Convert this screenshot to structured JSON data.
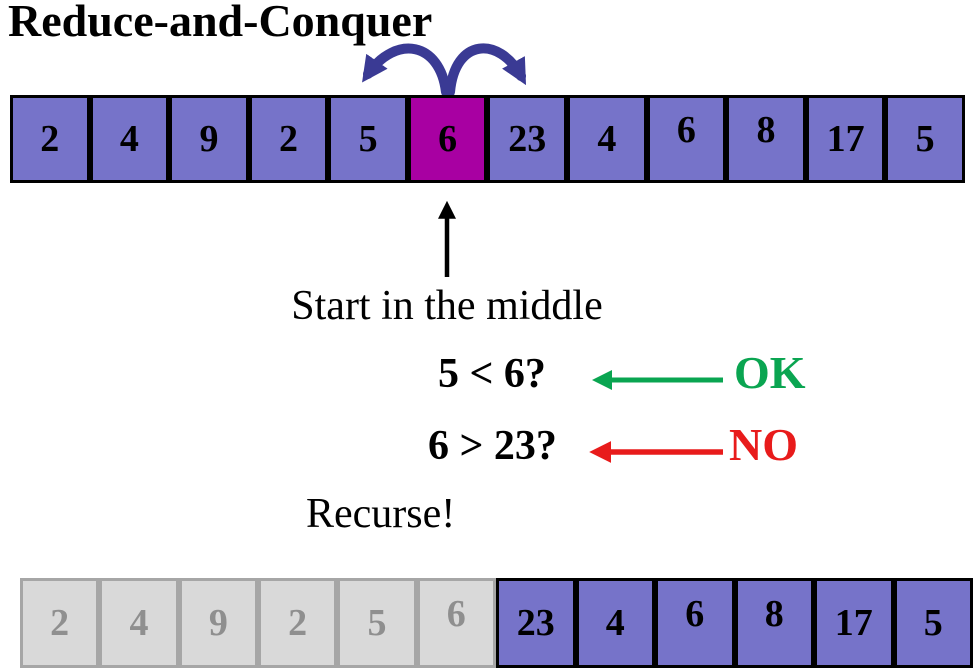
{
  "title": "Reduce-and-Conquer",
  "colors": {
    "cell_purple": "#7673c9",
    "cell_highlight": "#a800a2",
    "arrow_blue": "#3a3a94",
    "ok_green": "#0aa551",
    "no_red": "#e81b1b",
    "gray_fill": "#d9d9d9",
    "gray_border": "#a6a6a6",
    "gray_text": "#8f8f8f",
    "black": "#000000"
  },
  "top_array": {
    "cells": [
      {
        "value": "2"
      },
      {
        "value": "4"
      },
      {
        "value": "9"
      },
      {
        "value": "2"
      },
      {
        "value": "5"
      },
      {
        "value": "6",
        "highlight": true
      },
      {
        "value": "23"
      },
      {
        "value": "4"
      },
      {
        "value": "6",
        "raised": true
      },
      {
        "value": "8",
        "raised": true
      },
      {
        "value": "17"
      },
      {
        "value": "5"
      }
    ]
  },
  "annotations": {
    "start_label": "Start in the middle",
    "left_check": {
      "expression": "5 < 6?",
      "verdict": "OK"
    },
    "right_check": {
      "expression": "6 > 23?",
      "verdict": "NO"
    },
    "recurse_label": "Recurse!"
  },
  "bottom_array": {
    "discarded_cells": [
      {
        "value": "2",
        "inactive": true
      },
      {
        "value": "4",
        "inactive": true
      },
      {
        "value": "9",
        "inactive": true
      },
      {
        "value": "2",
        "inactive": true
      },
      {
        "value": "5",
        "inactive": true
      },
      {
        "value": "6",
        "inactive": true,
        "raised": true
      }
    ],
    "remaining_cells": [
      {
        "value": "23"
      },
      {
        "value": "4"
      },
      {
        "value": "6",
        "raised": true
      },
      {
        "value": "8",
        "raised": true
      },
      {
        "value": "17"
      },
      {
        "value": "5"
      }
    ]
  }
}
